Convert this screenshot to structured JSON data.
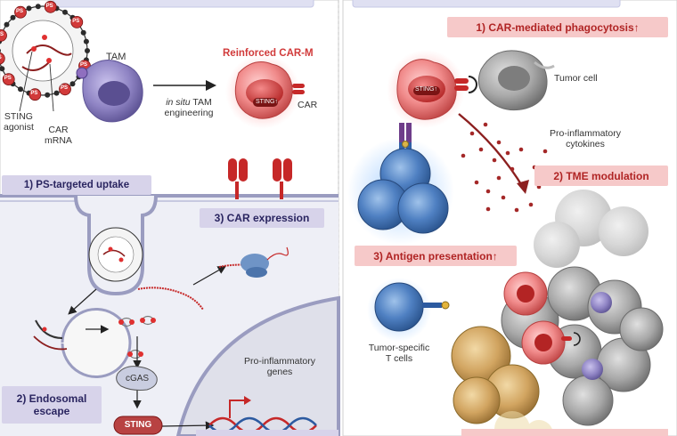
{
  "left_panel": {
    "labels": {
      "tam": "TAM",
      "sting_agonist": "STING\nagonist",
      "car_mrna": "CAR\nmRNA",
      "in_situ": "in situ",
      "tam_engineering_1": "TAM",
      "tam_engineering_2": "engineering",
      "reinforced": "Reinforced CAR-M",
      "car": "CAR",
      "sting_up": "STING↑",
      "ps": "PS",
      "cgas": "cGAS",
      "sting_box": "STING",
      "pro_inflammatory_genes": "Pro-inflammatory\ngenes"
    },
    "steps": {
      "step1": "1) PS-targeted uptake",
      "step2": "2) Endosomal\nescape",
      "step3": "3) CAR expression"
    }
  },
  "right_panel": {
    "steps": {
      "step1": "1) CAR-mediated phagocytosis↑",
      "step2": "2) TME modulation",
      "step3": "3) Antigen presentation↑"
    },
    "labels": {
      "tumor_cell": "Tumor cell",
      "cytokines": "Pro-inflammatory\ncytokines",
      "tumor_specific": "Tumor-specific\nT cells",
      "sting_up": "STING↑"
    }
  },
  "colors": {
    "purple_box": "#d7d3ea",
    "pink_box": "#f6c9c9",
    "red_accent": "#c62828",
    "tam_purple": "#8f84c4",
    "tcell_blue": "#3f6fb5",
    "tumor_gray": "#9a9a9a"
  }
}
